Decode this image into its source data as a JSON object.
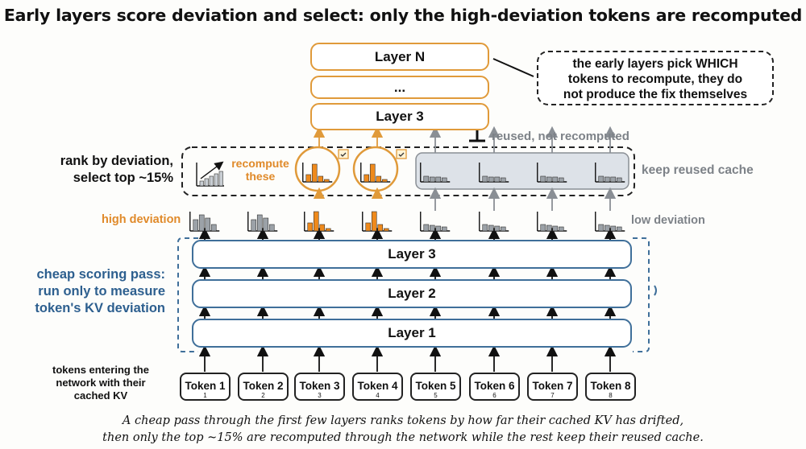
{
  "title": "Early layers score deviation and select: only the high-deviation tokens are recomputed",
  "top_layers": [
    "Layer N",
    "...",
    "Layer 3"
  ],
  "callout": {
    "lines": [
      "the early layers pick WHICH",
      "tokens to recompute, they do",
      "not produce the fix themselves"
    ]
  },
  "labels": {
    "reused_not_recomputed": "reused, not recomputed",
    "rank_line1": "rank by deviation,",
    "rank_line2": "select top ~15%",
    "recompute_line1": "recompute",
    "recompute_line2": "these",
    "keep_reused": "keep reused cache",
    "high_deviation": "high deviation",
    "low_deviation": "low deviation",
    "scoring_line1": "cheap scoring pass:",
    "scoring_line2": "run only to measure",
    "scoring_line3": "token's KV deviation",
    "tokens_line1": "tokens entering the",
    "tokens_line2": "network with their",
    "tokens_line3": "cached KV"
  },
  "scoring_layers": [
    "Layer 3",
    "Layer 2",
    "Layer 1"
  ],
  "tokens": [
    {
      "label": "Token 1",
      "index": "1",
      "deviation": "high",
      "recompute": false
    },
    {
      "label": "Token 2",
      "index": "2",
      "deviation": "high",
      "recompute": false
    },
    {
      "label": "Token 3",
      "index": "3",
      "deviation": "high",
      "recompute": true
    },
    {
      "label": "Token 4",
      "index": "4",
      "deviation": "high",
      "recompute": true
    },
    {
      "label": "Token 5",
      "index": "5",
      "deviation": "low",
      "recompute": false
    },
    {
      "label": "Token 6",
      "index": "6",
      "deviation": "low",
      "recompute": false
    },
    {
      "label": "Token 7",
      "index": "7",
      "deviation": "low",
      "recompute": false
    },
    {
      "label": "Token 8",
      "index": "8",
      "deviation": "low",
      "recompute": false
    }
  ],
  "caption": {
    "line1": "A cheap pass through the first few layers ranks tokens by how far their cached KV has drifted,",
    "line2": "then only the top ~15% are recomputed through the network while the rest keep their reused cache."
  },
  "colors": {
    "orange": "#e09a3a",
    "bar_orange": "#ef8a1c",
    "blue": "#3f6f9a",
    "grey": "#8a8f95",
    "reused_fill": "#dde2e8"
  }
}
